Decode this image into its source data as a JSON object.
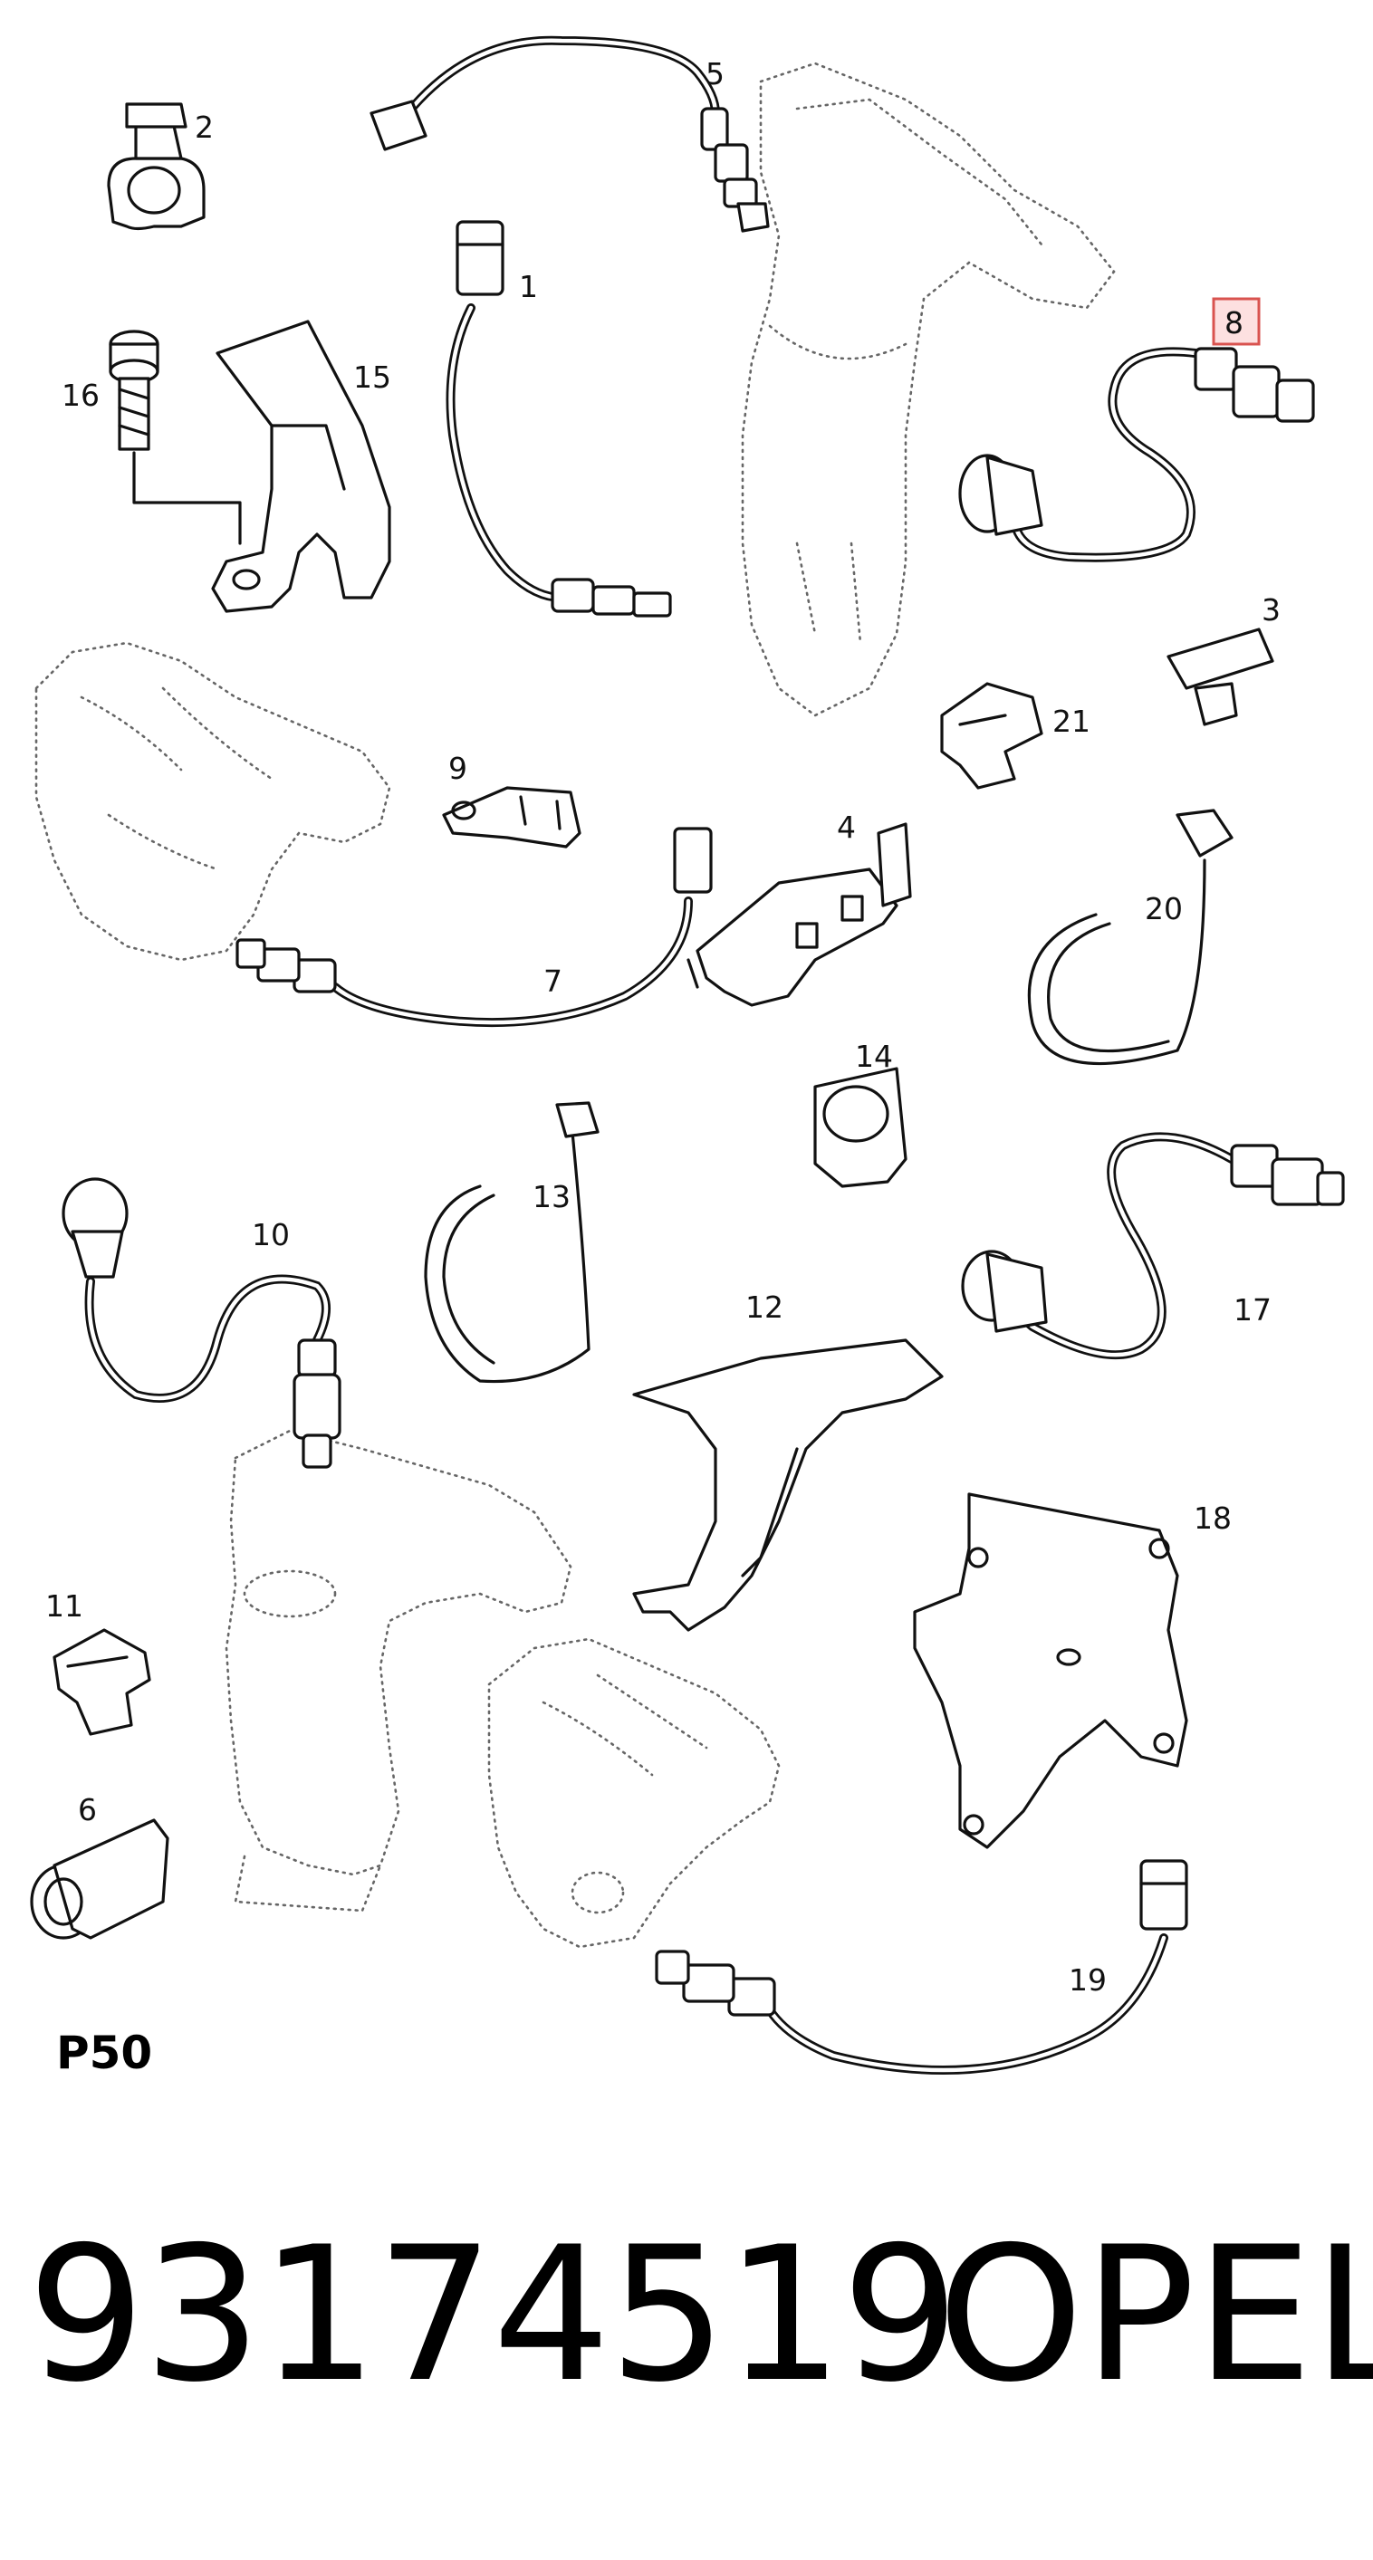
{
  "callouts": [
    "1",
    "2",
    "3",
    "4",
    "5",
    "6",
    "7",
    "8",
    "9",
    "10",
    "11",
    "12",
    "13",
    "14",
    "15",
    "16",
    "17",
    "18",
    "19",
    "20",
    "21"
  ],
  "highlighted_callout": "8",
  "highlight_color": "#d9534f",
  "page_code": "P50",
  "part_number": "93174519",
  "brand": "OPEL"
}
